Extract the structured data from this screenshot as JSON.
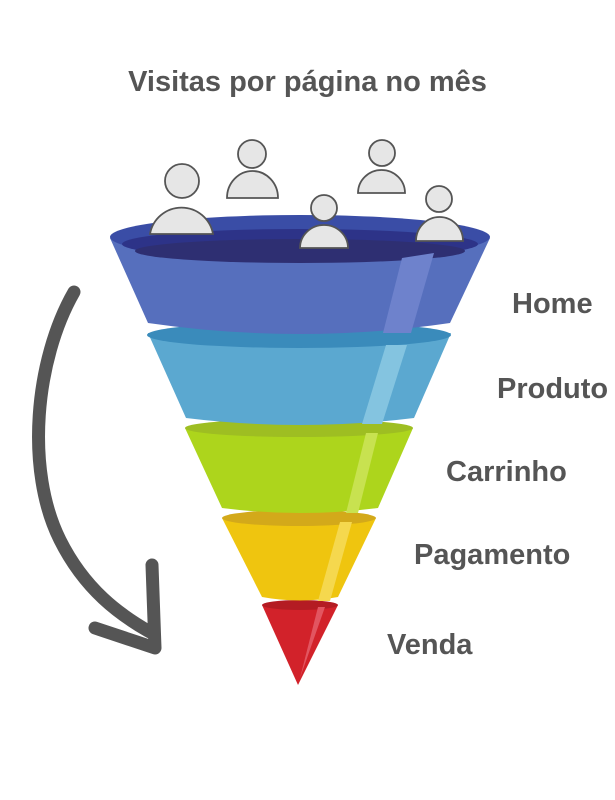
{
  "title": "Visitas por página no mês",
  "stages": [
    {
      "label": "Home",
      "color": "#566FBD",
      "rim": "#3A4DA6",
      "highlight": "#6E82CC"
    },
    {
      "label": "Produto",
      "color": "#5BA8D0",
      "rim": "#3A8BBB",
      "highlight": "#84C4E0"
    },
    {
      "label": "Carrinho",
      "color": "#ADD51C",
      "rim": "#9EBE22",
      "highlight": "#C8E250"
    },
    {
      "label": "Pagamento",
      "color": "#EFC50F",
      "rim": "#D3A91A",
      "highlight": "#F5D84E"
    },
    {
      "label": "Venda",
      "color": "#D2222A",
      "rim": "#B41C23",
      "highlight": "#E25560"
    }
  ],
  "arrow_color": "#555555",
  "person_color": "#E6E6E6"
}
